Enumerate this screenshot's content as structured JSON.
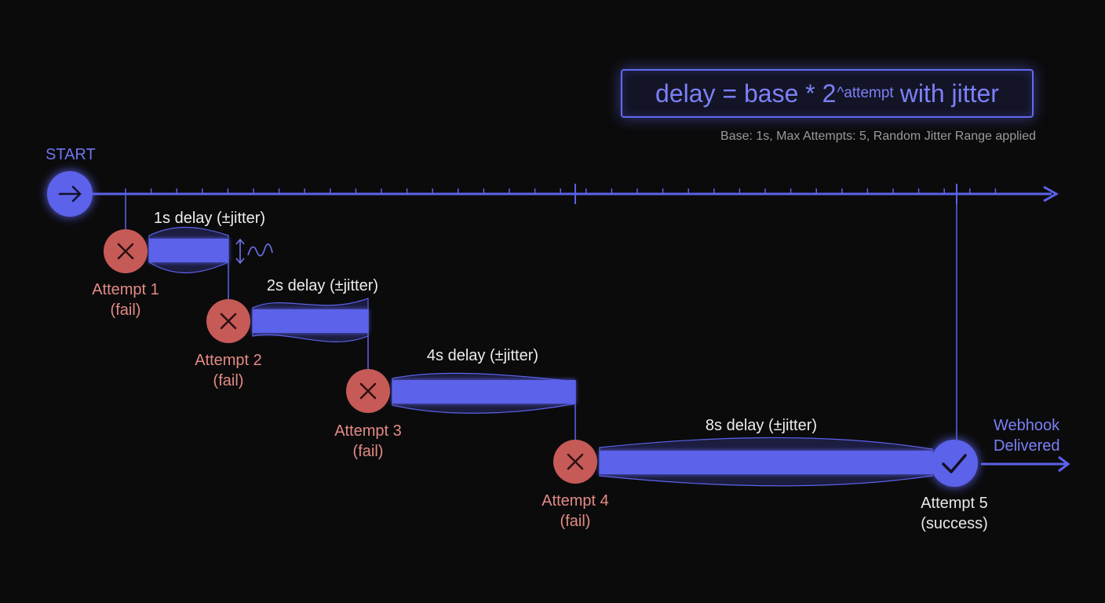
{
  "formula": {
    "main": "delay = base * 2",
    "exponent": "^attempt",
    "suffix": "with jitter",
    "subtitle": "Base: 1s, Max Attempts: 5, Random Jitter Range applied"
  },
  "timeline": {
    "start_label": "START",
    "end_label_line1": "Webhook",
    "end_label_line2": "Delivered"
  },
  "delays": [
    {
      "label": "1s delay (±jitter)",
      "seconds": 1
    },
    {
      "label": "2s delay (±jitter)",
      "seconds": 2
    },
    {
      "label": "4s delay (±jitter)",
      "seconds": 4
    },
    {
      "label": "8s delay (±jitter)",
      "seconds": 8
    }
  ],
  "attempts": [
    {
      "line1": "Attempt 1",
      "line2": "(fail)",
      "status": "fail"
    },
    {
      "line1": "Attempt 2",
      "line2": "(fail)",
      "status": "fail"
    },
    {
      "line1": "Attempt 3",
      "line2": "(fail)",
      "status": "fail"
    },
    {
      "line1": "Attempt 4",
      "line2": "(fail)",
      "status": "fail"
    },
    {
      "line1": "Attempt 5",
      "line2": "(success)",
      "status": "success"
    }
  ],
  "colors": {
    "accent": "#6369f0",
    "fail": "#c65a57",
    "text": "#ededee",
    "muted": "#9a9a9e"
  }
}
